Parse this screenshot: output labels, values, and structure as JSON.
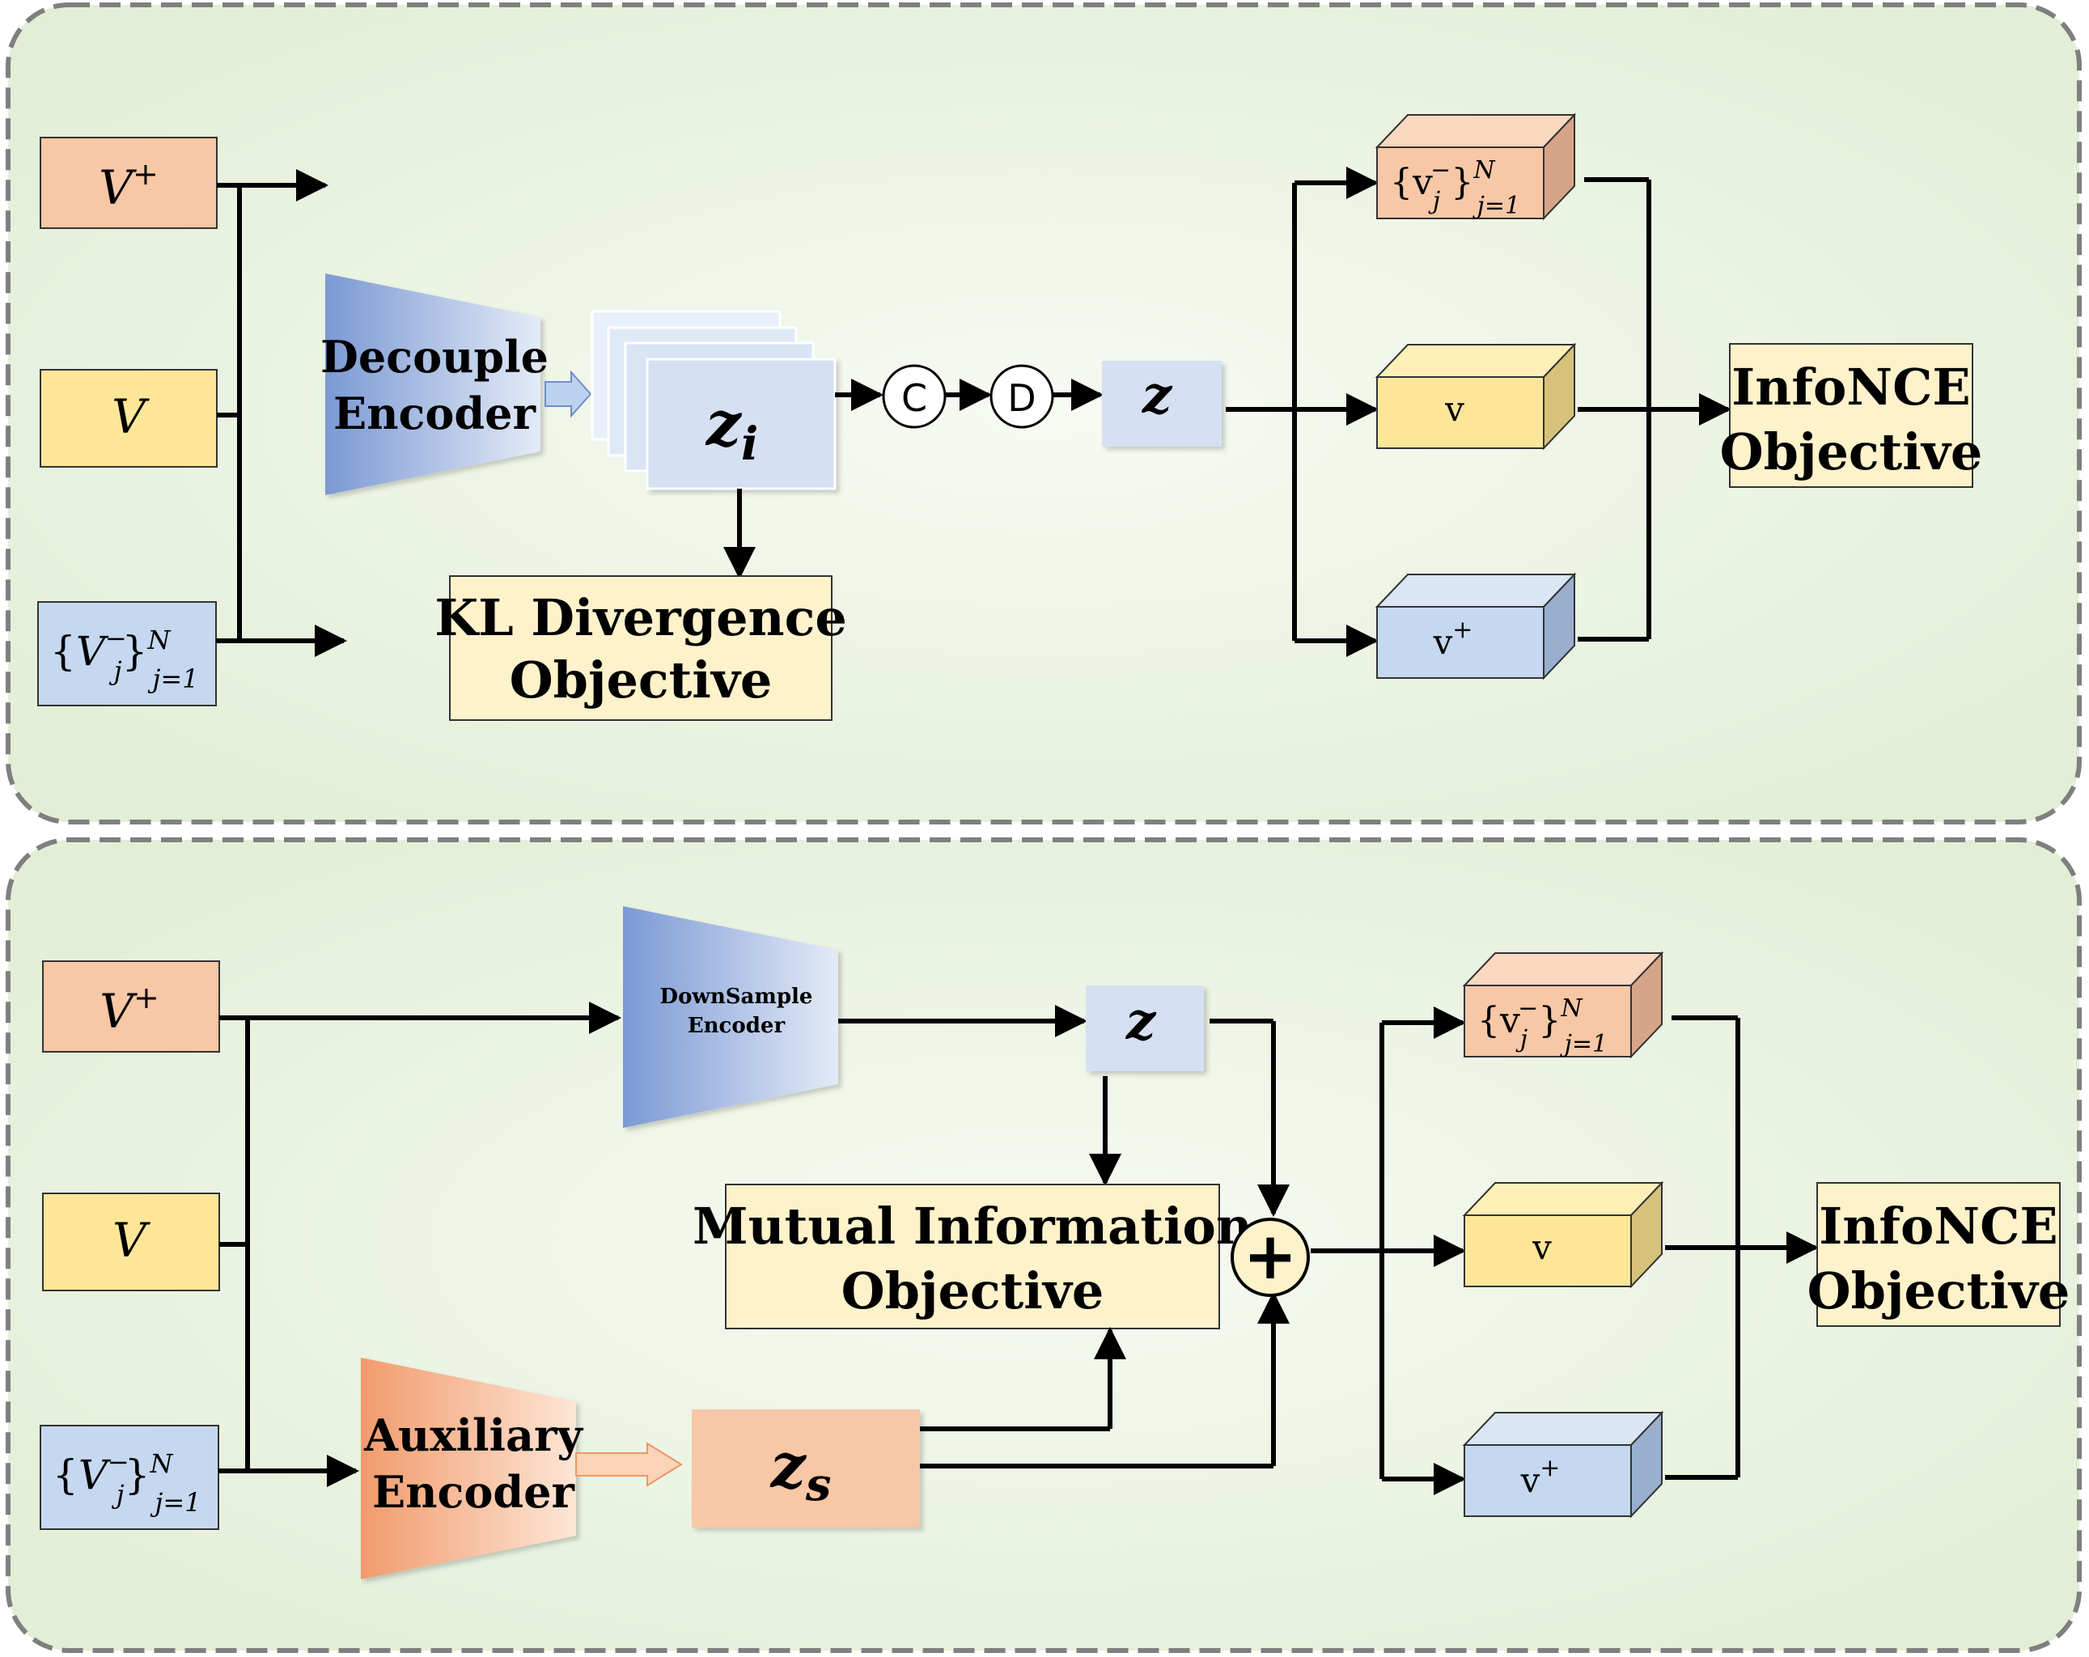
{
  "top": {
    "inputs": {
      "v_pos": {
        "base": "V",
        "sup": "+"
      },
      "v": {
        "base": "V"
      },
      "v_neg": {
        "open": "{",
        "base": "V",
        "sub": "j",
        "sup": "−",
        "close": "}",
        "range_sub": "j=1",
        "range_sup": "N"
      }
    },
    "encoder": {
      "line1": "Decouple",
      "line2": "Encoder"
    },
    "zi": {
      "base": "z",
      "sub": "i"
    },
    "op_c": "C",
    "op_d": "D",
    "z": "z",
    "kl": {
      "line1": "KL Divergence",
      "line2": "Objective"
    },
    "cubes": {
      "neg": {
        "base": "{v",
        "sub": "j",
        "sup": "−",
        "close": "}",
        "range_sub": "j=1",
        "range_sup": "N"
      },
      "mid": {
        "base": "v"
      },
      "pos": {
        "base": "v",
        "sup": "+"
      }
    },
    "infonce": {
      "line1": "InfoNCE",
      "line2": "Objective"
    }
  },
  "bottom": {
    "inputs": {
      "v_pos": {
        "base": "V",
        "sup": "+"
      },
      "v": {
        "base": "V"
      },
      "v_neg": {
        "open": "{",
        "base": "V",
        "sub": "j",
        "sup": "−",
        "close": "}",
        "range_sub": "j=1",
        "range_sup": "N"
      }
    },
    "downsample": {
      "line1": "DownSample",
      "line2": "Encoder"
    },
    "z": "z",
    "mi": {
      "line1": "Mutual Information",
      "line2": "Objective"
    },
    "aux": {
      "line1": "Auxiliary",
      "line2": "Encoder"
    },
    "zs": {
      "base": "z",
      "sub": "s"
    },
    "plus": "+",
    "cubes": {
      "neg": {
        "base": "{v",
        "sub": "j",
        "sup": "−",
        "close": "}",
        "range_sub": "j=1",
        "range_sup": "N"
      },
      "mid": {
        "base": "v"
      },
      "pos": {
        "base": "v",
        "sup": "+"
      }
    },
    "infonce": {
      "line1": "InfoNCE",
      "line2": "Objective"
    }
  },
  "colors": {
    "panel_bg": "#e4efd9",
    "panel_border": "#7f7f7f",
    "salmon": "#f7c7a6",
    "salmon_top": "#fbd8c0",
    "salmon_side": "#d6a589",
    "yellow": "#fee699",
    "yellow_top": "#fff0b8",
    "yellow_side": "#d6c27a",
    "blue": "#c5d8ef",
    "blue_top": "#d9e6f5",
    "blue_side": "#98afcd",
    "cream": "#fef2cb",
    "latent": "#d5e1f3",
    "encoder_blue": "#7f9ed6",
    "encoder_orange": "#f3a57a"
  }
}
